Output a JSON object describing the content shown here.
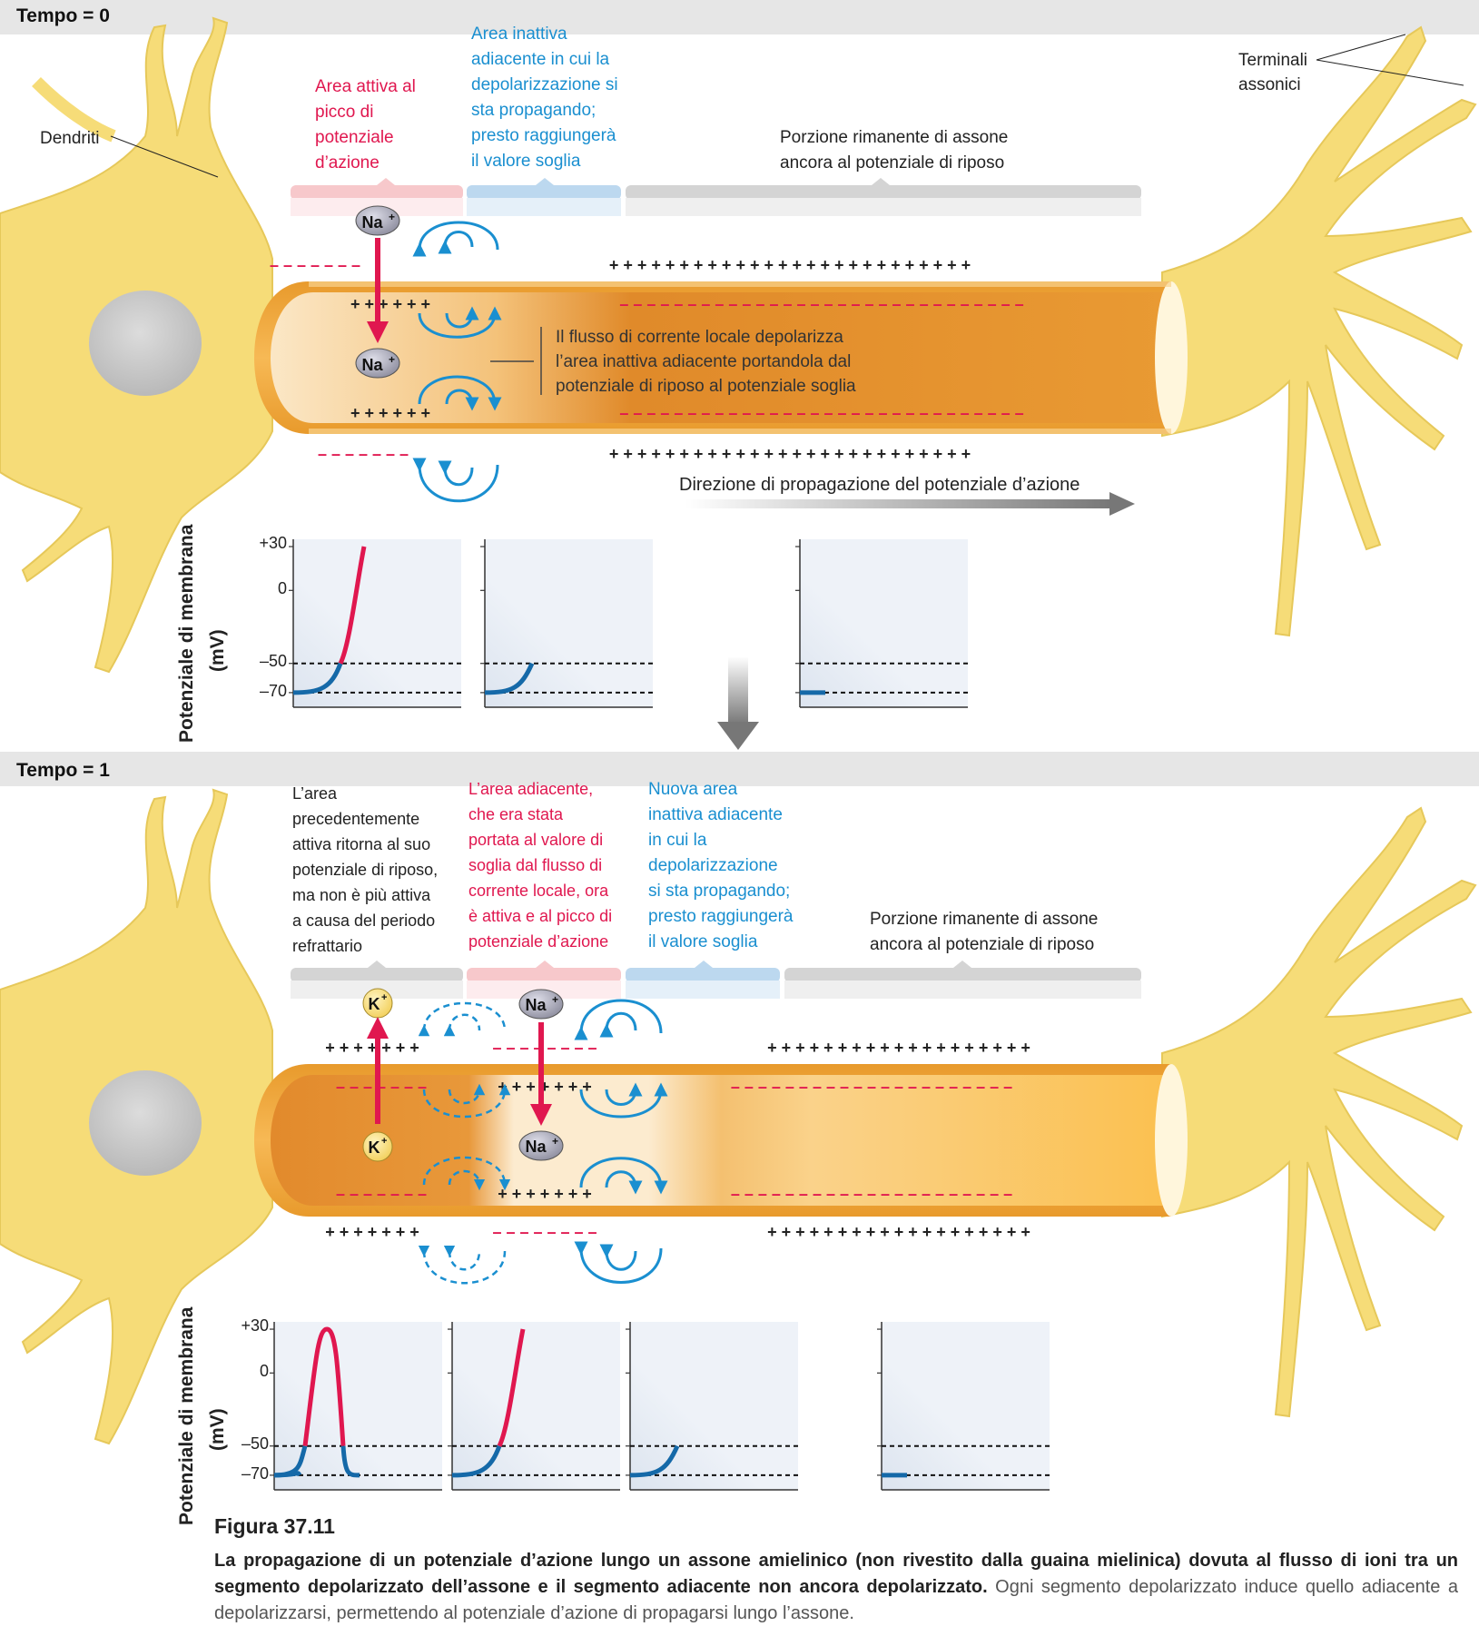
{
  "panel0": {
    "heading": "Tempo = 0",
    "label_dendrites": "Dendriti",
    "label_terminals": [
      "Terminali",
      "assonici"
    ],
    "label_active": [
      "Area attiva al",
      "picco di",
      "potenziale",
      "d’azione"
    ],
    "label_inactive": [
      "Area inattiva",
      "adiacente in cui la",
      "depolarizzazione si",
      "sta propagando;",
      "presto raggiungerà",
      "il valore soglia"
    ],
    "label_rest": [
      "Porzione rimanente di assone",
      "ancora al potenziale di riposo"
    ],
    "label_current": [
      "Il flusso di corrente locale depolarizza",
      "l’area inattiva adiacente portandola dal",
      "potenziale di riposo al potenziale soglia"
    ],
    "label_direction": "Direzione di propagazione del potenziale d’azione",
    "ion_na": "Na",
    "ion_sup": "+"
  },
  "panel1": {
    "heading": "Tempo = 1",
    "label_previous": [
      "L’area",
      "precedentemente",
      "attiva ritorna al suo",
      "potenziale di riposo,",
      "ma non è più attiva",
      "a causa del periodo",
      "refrattario"
    ],
    "label_adjacent": [
      "L’area adiacente,",
      "che era stata",
      "portata al valore di",
      "soglia dal flusso di",
      "corrente locale, ora",
      "è attiva e al picco di",
      "potenziale d’azione"
    ],
    "label_new_inactive": [
      "Nuova area",
      "inattiva adiacente",
      "in cui la",
      "depolarizzazione",
      "si sta propagando;",
      "presto raggiungerà",
      "il valore soglia"
    ],
    "label_rest": [
      "Porzione rimanente di assone",
      "ancora al potenziale di riposo"
    ],
    "ion_na": "Na",
    "ion_k": "K",
    "ion_sup": "+"
  },
  "axis": {
    "ylabel_line1": "Potenziale di membrana",
    "ylabel_line2": "(mV)",
    "ticks": [
      "+30",
      "0",
      "–50",
      "–70"
    ]
  },
  "caption": {
    "figure": "Figura 37.11",
    "bold_text": "La propagazione di un potenziale d’azione lungo un assone amielinico (non rivestito dalla guaina mielinica) dovuta al flusso di ioni tra un segmento depolarizzato dell’assone e il segmento adiacente non ancora depolarizzato.",
    "regular_text": " Ogni segmento depolarizzato induce quello adiacente a depolarizzarsi, permettendo al potenziale d’azione di propagarsi lungo l’assone."
  },
  "chart_data": [
    {
      "type": "line",
      "panel": "Tempo = 0",
      "plot": 1,
      "ylim": [
        -80,
        35
      ],
      "threshold": -50,
      "rest": -70,
      "curve": "rising to +30 (action potential upstroke)"
    },
    {
      "type": "line",
      "panel": "Tempo = 0",
      "plot": 2,
      "ylim": [
        -80,
        35
      ],
      "threshold": -50,
      "rest": -70,
      "curve": "rising from -70 to -50"
    },
    {
      "type": "line",
      "panel": "Tempo = 0",
      "plot": 3,
      "ylim": [
        -80,
        35
      ],
      "threshold": -50,
      "rest": -70,
      "curve": "flat at -70"
    },
    {
      "type": "line",
      "panel": "Tempo = 1",
      "plot": 1,
      "ylim": [
        -80,
        35
      ],
      "threshold": -50,
      "rest": -70,
      "curve": "full spike to +30 and return to -70"
    },
    {
      "type": "line",
      "panel": "Tempo = 1",
      "plot": 2,
      "ylim": [
        -80,
        35
      ],
      "threshold": -50,
      "rest": -70,
      "curve": "rising to +30"
    },
    {
      "type": "line",
      "panel": "Tempo = 1",
      "plot": 3,
      "ylim": [
        -80,
        35
      ],
      "threshold": -50,
      "rest": -70,
      "curve": "rising from -70 to -50"
    },
    {
      "type": "line",
      "panel": "Tempo = 1",
      "plot": 4,
      "ylim": [
        -80,
        35
      ],
      "threshold": -50,
      "rest": -70,
      "curve": "flat at -70"
    }
  ],
  "colors": {
    "neuron": "#f6dc78",
    "axon_orange": "#f0a53a",
    "active_red": "#e0174f",
    "inactive_blue": "#1a8fd0",
    "rest_gray": "#c8c8c8",
    "curve_blue": "#1569a8"
  }
}
